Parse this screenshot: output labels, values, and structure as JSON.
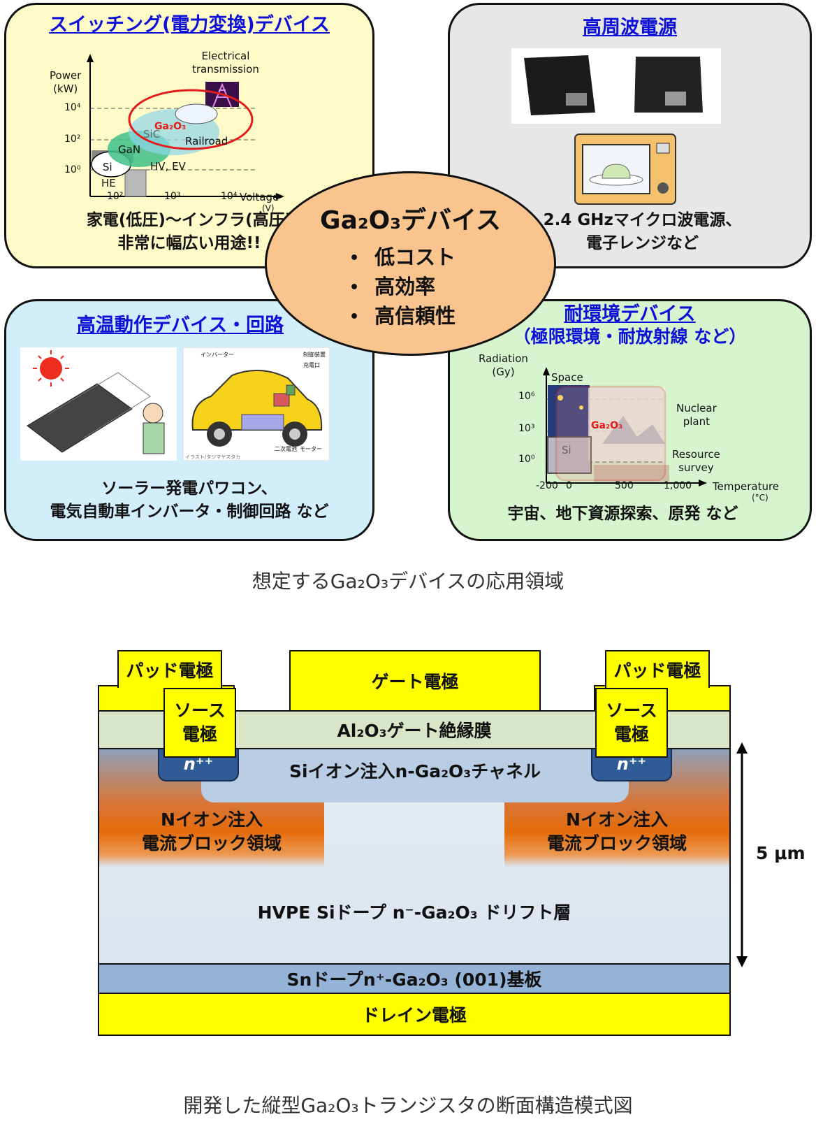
{
  "top_figure": {
    "switching": {
      "title": "スイッチング(電力変換)デバイス",
      "chart": {
        "y_label_1": "Power",
        "y_label_2": "(kW)",
        "y_ticks": [
          "10⁴",
          "10²",
          "10⁰"
        ],
        "x_ticks": [
          "10²",
          "10³",
          "10⁴"
        ],
        "x_label": "Voltage",
        "x_unit": "(V)",
        "electrical_1": "Electrical",
        "electrical_2": "transmission",
        "labels": {
          "ga2o3": "Ga₂O₃",
          "sic": "SiC",
          "gan": "GaN",
          "si": "Si",
          "railroad": "Railroad",
          "hv_ev": "HV, EV",
          "he": "HE"
        }
      },
      "text_1": "家電(低圧)～インフラ(高圧)",
      "text_2": "非常に幅広い用途!!"
    },
    "rf": {
      "title": "高周波電源",
      "text_1": "2.4 GHzマイクロ波電源、",
      "text_2": "電子レンジなど"
    },
    "high_temp": {
      "title": "高温動作デバイス・回路",
      "car_labels": [
        "インバーター",
        "制御装置",
        "充電口",
        "二次電池",
        "モーター",
        "イラスト/タジマヤスタカ"
      ],
      "text_1": "ソーラー発電パワコン、",
      "text_2": "電気自動車インバータ・制御回路 など"
    },
    "environment": {
      "title_1": "耐環境デバイス",
      "title_2": "（極限環境・耐放射線 など）",
      "chart": {
        "y_label_1": "Radiation",
        "y_label_2": "(Gy)",
        "y_ticks": [
          "10⁶",
          "10³",
          "10⁰"
        ],
        "x_ticks": [
          "-200",
          "0",
          "500",
          "1,000"
        ],
        "x_label": "Temperature",
        "x_unit": "(°C)",
        "space": "Space",
        "nuclear_1": "Nuclear",
        "nuclear_2": "plant",
        "resource_1": "Resource",
        "resource_2": "survey",
        "ga2o3": "Ga₂O₃",
        "si": "Si"
      },
      "text": "宇宙、地下資源探索、原発 など"
    },
    "center": {
      "title": "Ga₂O₃デバイス",
      "items": [
        "低コスト",
        "高効率",
        "高信頼性"
      ]
    },
    "caption": "想定するGa₂O₃デバイスの応用領域"
  },
  "bottom_figure": {
    "pad_electrode": "パッド電極",
    "gate_electrode": "ゲート電極",
    "source_1": "ソース",
    "source_2": "電極",
    "gate_insulator": "Al₂O₃ゲート絶縁膜",
    "n_plus_plus": "n⁺⁺",
    "channel": "Siイオン注入n-Ga₂O₃チャネル",
    "block_1": "Nイオン注入",
    "block_2": "電流ブロック領域",
    "drift": "HVPE Siドープ n⁻-Ga₂O₃ ドリフト層",
    "substrate": "Snドープn⁺-Ga₂O₃ (001)基板",
    "drain": "ドレイン電極",
    "thickness": "5 μm",
    "caption": "開発した縦型Ga₂O₃トランジスタの断面構造模式図"
  },
  "colors": {
    "title_blue": "#0d10d8",
    "electrode_yellow": "#ffff00",
    "insulator_green": "#d9e5c7",
    "nplus_blue": "#2f5b96",
    "block_orange": "#e46c0a",
    "substrate_blue": "#95b3d7",
    "drift_blue": "#dbe4ef"
  }
}
